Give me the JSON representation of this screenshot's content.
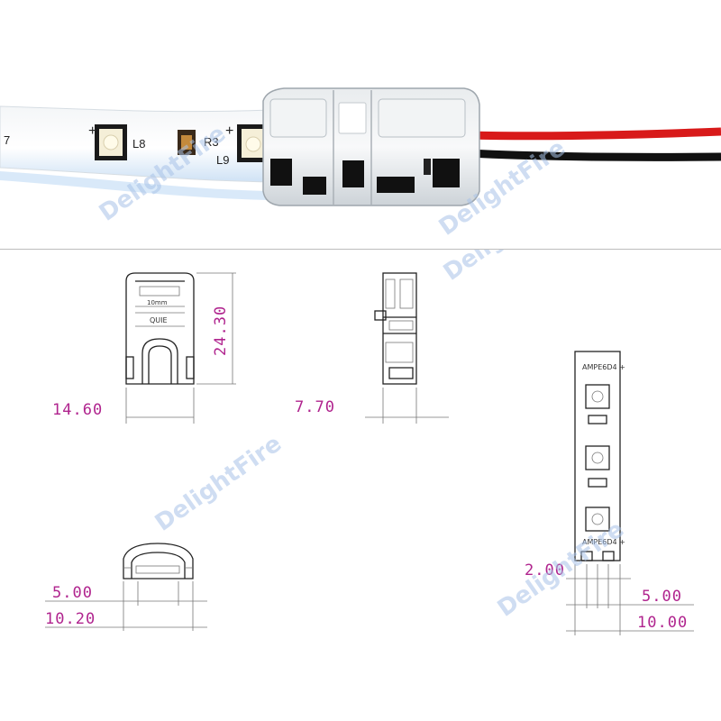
{
  "watermark": "DelightFire",
  "photo": {
    "strip_labels": [
      "7",
      "L8",
      "R3",
      "L9"
    ],
    "plus_sign": "+"
  },
  "connector_top_view": {
    "body_text_1": "10mm",
    "body_text_2": "QUIE"
  },
  "dimensions": {
    "connector_height": "24.30",
    "connector_width": "14.60",
    "connector_depth": "7.70",
    "opening_inner": "5.00",
    "opening_outer": "10.20",
    "strip_pad_width": "2.00",
    "strip_pad_pitch": "5.00",
    "strip_width": "10.00"
  },
  "strip_drawing": {
    "label_top": "AMPE6D4 +",
    "label_bottom": "AMPE6D4 +"
  },
  "colors": {
    "dimension_text": "#b0248e",
    "watermark": "#a9c3e8",
    "wire_red": "#d81a1a",
    "wire_black": "#111111"
  }
}
